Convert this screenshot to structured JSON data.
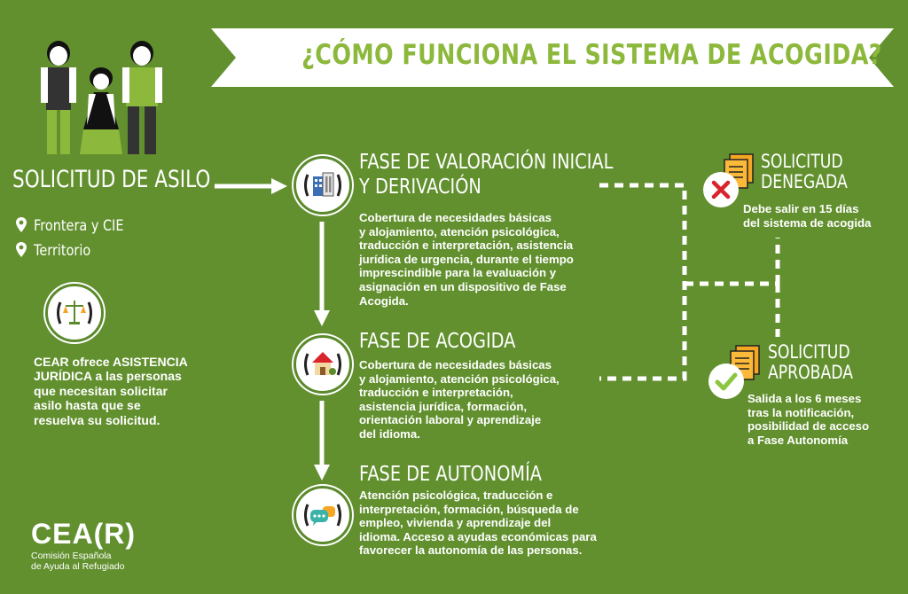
{
  "title": "¿CÓMO FUNCIONA EL SISTEMA DE ACOGIDA?",
  "colors": {
    "background": "#62902f",
    "accent_light_green": "#8cb83c",
    "white": "#ffffff",
    "error_red": "#d9232d",
    "success_green": "#8cc63f",
    "document_orange": "#f5a623"
  },
  "start": {
    "label": "SOLICITUD DE ASILO",
    "locations": [
      "Frontera y CIE",
      "Territorio"
    ]
  },
  "legal": {
    "text_lines": [
      "CEAR ofrece ASISTENCIA",
      "JURÍDICA a las personas",
      "que necesitan solicitar",
      "asilo hasta que se",
      "resuelva su solicitud."
    ]
  },
  "phases": [
    {
      "title_lines": [
        "FASE DE VALORACIÓN INICIAL",
        "Y DERIVACIÓN"
      ],
      "icon": "building-icon",
      "text_lines": [
        "Cobertura de necesidades básicas",
        "y alojamiento, atención psicológica,",
        "traducción e interpretación, asistencia",
        "jurídica de urgencia,  durante el tiempo",
        "imprescindible para la evaluación y",
        "asignación en un dispositivo de Fase",
        "Acogida."
      ]
    },
    {
      "title_lines": [
        "FASE DE ACOGIDA"
      ],
      "icon": "house-icon",
      "text_lines": [
        "Cobertura de necesidades básicas",
        "y alojamiento, atención psicológica,",
        "traducción e interpretación,",
        "asistencia jurídica, formación,",
        "orientación laboral y aprendizaje",
        "del idioma."
      ]
    },
    {
      "title_lines": [
        "FASE DE AUTONOMÍA"
      ],
      "icon": "chat-bubbles-icon",
      "text_lines": [
        "Atención psicológica, traducción e",
        "interpretación, formación, búsqueda de",
        "empleo, vivienda y aprendizaje del",
        "idioma. Acceso a ayudas económicas para",
        "favorecer la autonomía de las personas."
      ]
    }
  ],
  "outcomes": [
    {
      "title_lines": [
        "SOLICITUD",
        "DENEGADA"
      ],
      "status": "denied",
      "icon": "x-mark-icon",
      "text_lines": [
        "Debe salir en 15 días",
        "del sistema de acogida"
      ]
    },
    {
      "title_lines": [
        "SOLICITUD",
        "APROBADA"
      ],
      "status": "approved",
      "icon": "check-mark-icon",
      "text_lines": [
        "Salida a los 6 meses",
        "tras la notificación,",
        "posibilidad de acceso",
        "a Fase Autonomía"
      ]
    }
  ],
  "logo": {
    "name": "CEA(R)",
    "subtitle_lines": [
      "Comisión Española",
      "de Ayuda al Refugiado"
    ]
  }
}
